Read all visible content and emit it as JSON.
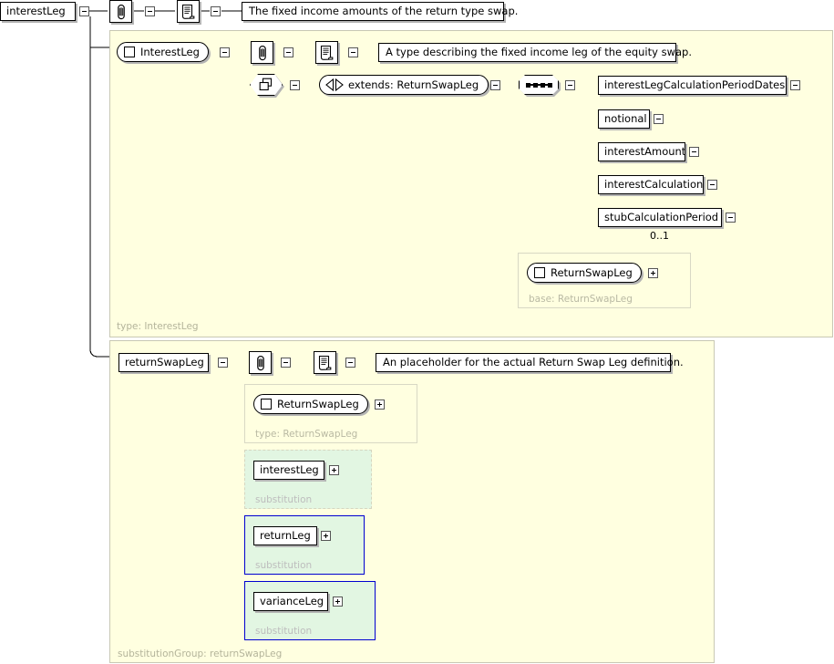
{
  "diagram": {
    "title": "interestLeg / returnSwapLeg XML schema diagram",
    "colors": {
      "panel_bg": "#ffffe0",
      "panel_border": "#c8c8b4",
      "substitution_bg": "#e2f6e2",
      "substitution_border_blue": "#0000d0",
      "node_bg": "#ffffff",
      "shadow": "#b4b4b4",
      "faint_label": "#b4b49b"
    }
  },
  "root": {
    "element_label": "interestLeg",
    "toggle": "minus",
    "annotation_icon": "paperclip-icon",
    "documentation_icon": "documentation-scroll-icon",
    "documentation_text": "The fixed income amounts of the return type swap."
  },
  "panel_interest_leg": {
    "type_label": "type: InterestLeg",
    "type_node": {
      "label": "InterestLeg",
      "icon": "square-icon",
      "toggle": "minus"
    },
    "annotation_icon": "paperclip-icon",
    "documentation_icon": "documentation-scroll-icon",
    "documentation_text": "A type describing the fixed income leg of the equity swap.",
    "extension_icon": "extension-hexagon-icon",
    "extends_node": {
      "label": "extends: ReturnSwapLeg",
      "icon": "extends-triangles-icon",
      "toggle": "minus"
    },
    "sequence_node": {
      "icon": "sequence-icon",
      "toggle": "minus"
    },
    "children": [
      {
        "label": "interestLegCalculationPeriodDates",
        "toggle": "plus",
        "occurrence": ""
      },
      {
        "label": "notional",
        "toggle": "plus",
        "occurrence": ""
      },
      {
        "label": "interestAmount",
        "toggle": "plus",
        "occurrence": ""
      },
      {
        "label": "interestCalculation",
        "toggle": "plus",
        "occurrence": ""
      },
      {
        "label": "stubCalculationPeriod",
        "toggle": "plus",
        "occurrence": "0..1"
      }
    ],
    "base_group": {
      "node_label": "ReturnSwapLeg",
      "node_icon": "square-icon",
      "toggle": "plus",
      "caption": "base: ReturnSwapLeg"
    }
  },
  "panel_return_swap_leg": {
    "group_label": "substitutionGroup: returnSwapLeg",
    "element_label": "returnSwapLeg",
    "toggle": "minus",
    "annotation_icon": "paperclip-icon",
    "documentation_icon": "documentation-scroll-icon",
    "documentation_text": "An placeholder for the actual Return Swap Leg definition.",
    "type_group": {
      "node_label": "ReturnSwapLeg",
      "node_icon": "square-icon",
      "toggle": "plus",
      "caption": "type: ReturnSwapLeg"
    },
    "substitutions": [
      {
        "label": "interestLeg",
        "toggle": "plus",
        "caption": "substitution",
        "border": "dashed"
      },
      {
        "label": "returnLeg",
        "toggle": "plus",
        "caption": "substitution",
        "border": "blue"
      },
      {
        "label": "varianceLeg",
        "toggle": "plus",
        "caption": "substitution",
        "border": "blue"
      }
    ]
  }
}
